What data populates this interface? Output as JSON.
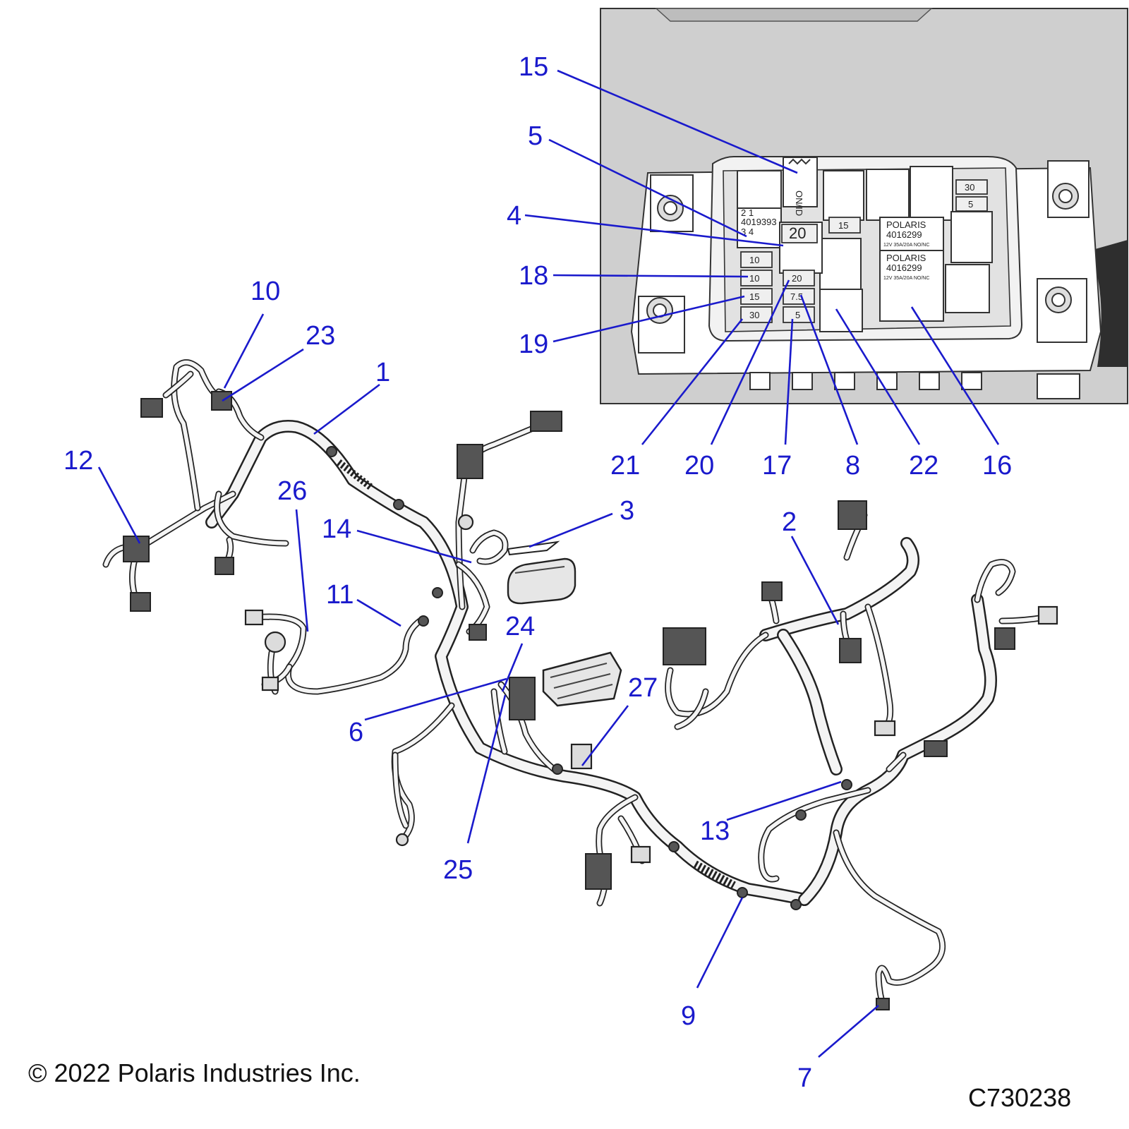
{
  "callouts": {
    "c1": "1",
    "c2": "2",
    "c3": "3",
    "c4": "4",
    "c5": "5",
    "c6": "6",
    "c7": "7",
    "c8": "8",
    "c9": "9",
    "c10": "10",
    "c11": "11",
    "c12": "12",
    "c13": "13",
    "c14": "14",
    "c15": "15",
    "c16": "16",
    "c17": "17",
    "c18": "18",
    "c19": "19",
    "c20": "20",
    "c21": "21",
    "c22": "22",
    "c23": "23",
    "c24": "24",
    "c25": "25",
    "c26": "26",
    "c27": "27"
  },
  "fuse_box": {
    "fuses": {
      "f_top_right_30": "30",
      "f_top_right_5": "5",
      "f_15_mid": "15",
      "f_20_large": "20",
      "f_10": "10",
      "f_10b": "10",
      "f_15_left": "15",
      "f_30_left": "30",
      "f_20_small": "20",
      "f_7_5": "7.5",
      "f_5_bottom": "5"
    },
    "relay_small": {
      "line1": "2      1",
      "line2": "4019393",
      "line3": "3      4"
    },
    "relay_upper": {
      "brand": "POLARIS",
      "part": "4016299",
      "rating": "12V  35A/20A  NO/NC"
    },
    "relay_lower": {
      "brand": "POLARIS",
      "part": "4016299",
      "rating": "12V  35A/20A  NO/NC"
    },
    "breaker_label": "ON/ID"
  },
  "footer": {
    "copyright": "© 2022 Polaris Industries Inc.",
    "diagram_id": "C730238"
  }
}
